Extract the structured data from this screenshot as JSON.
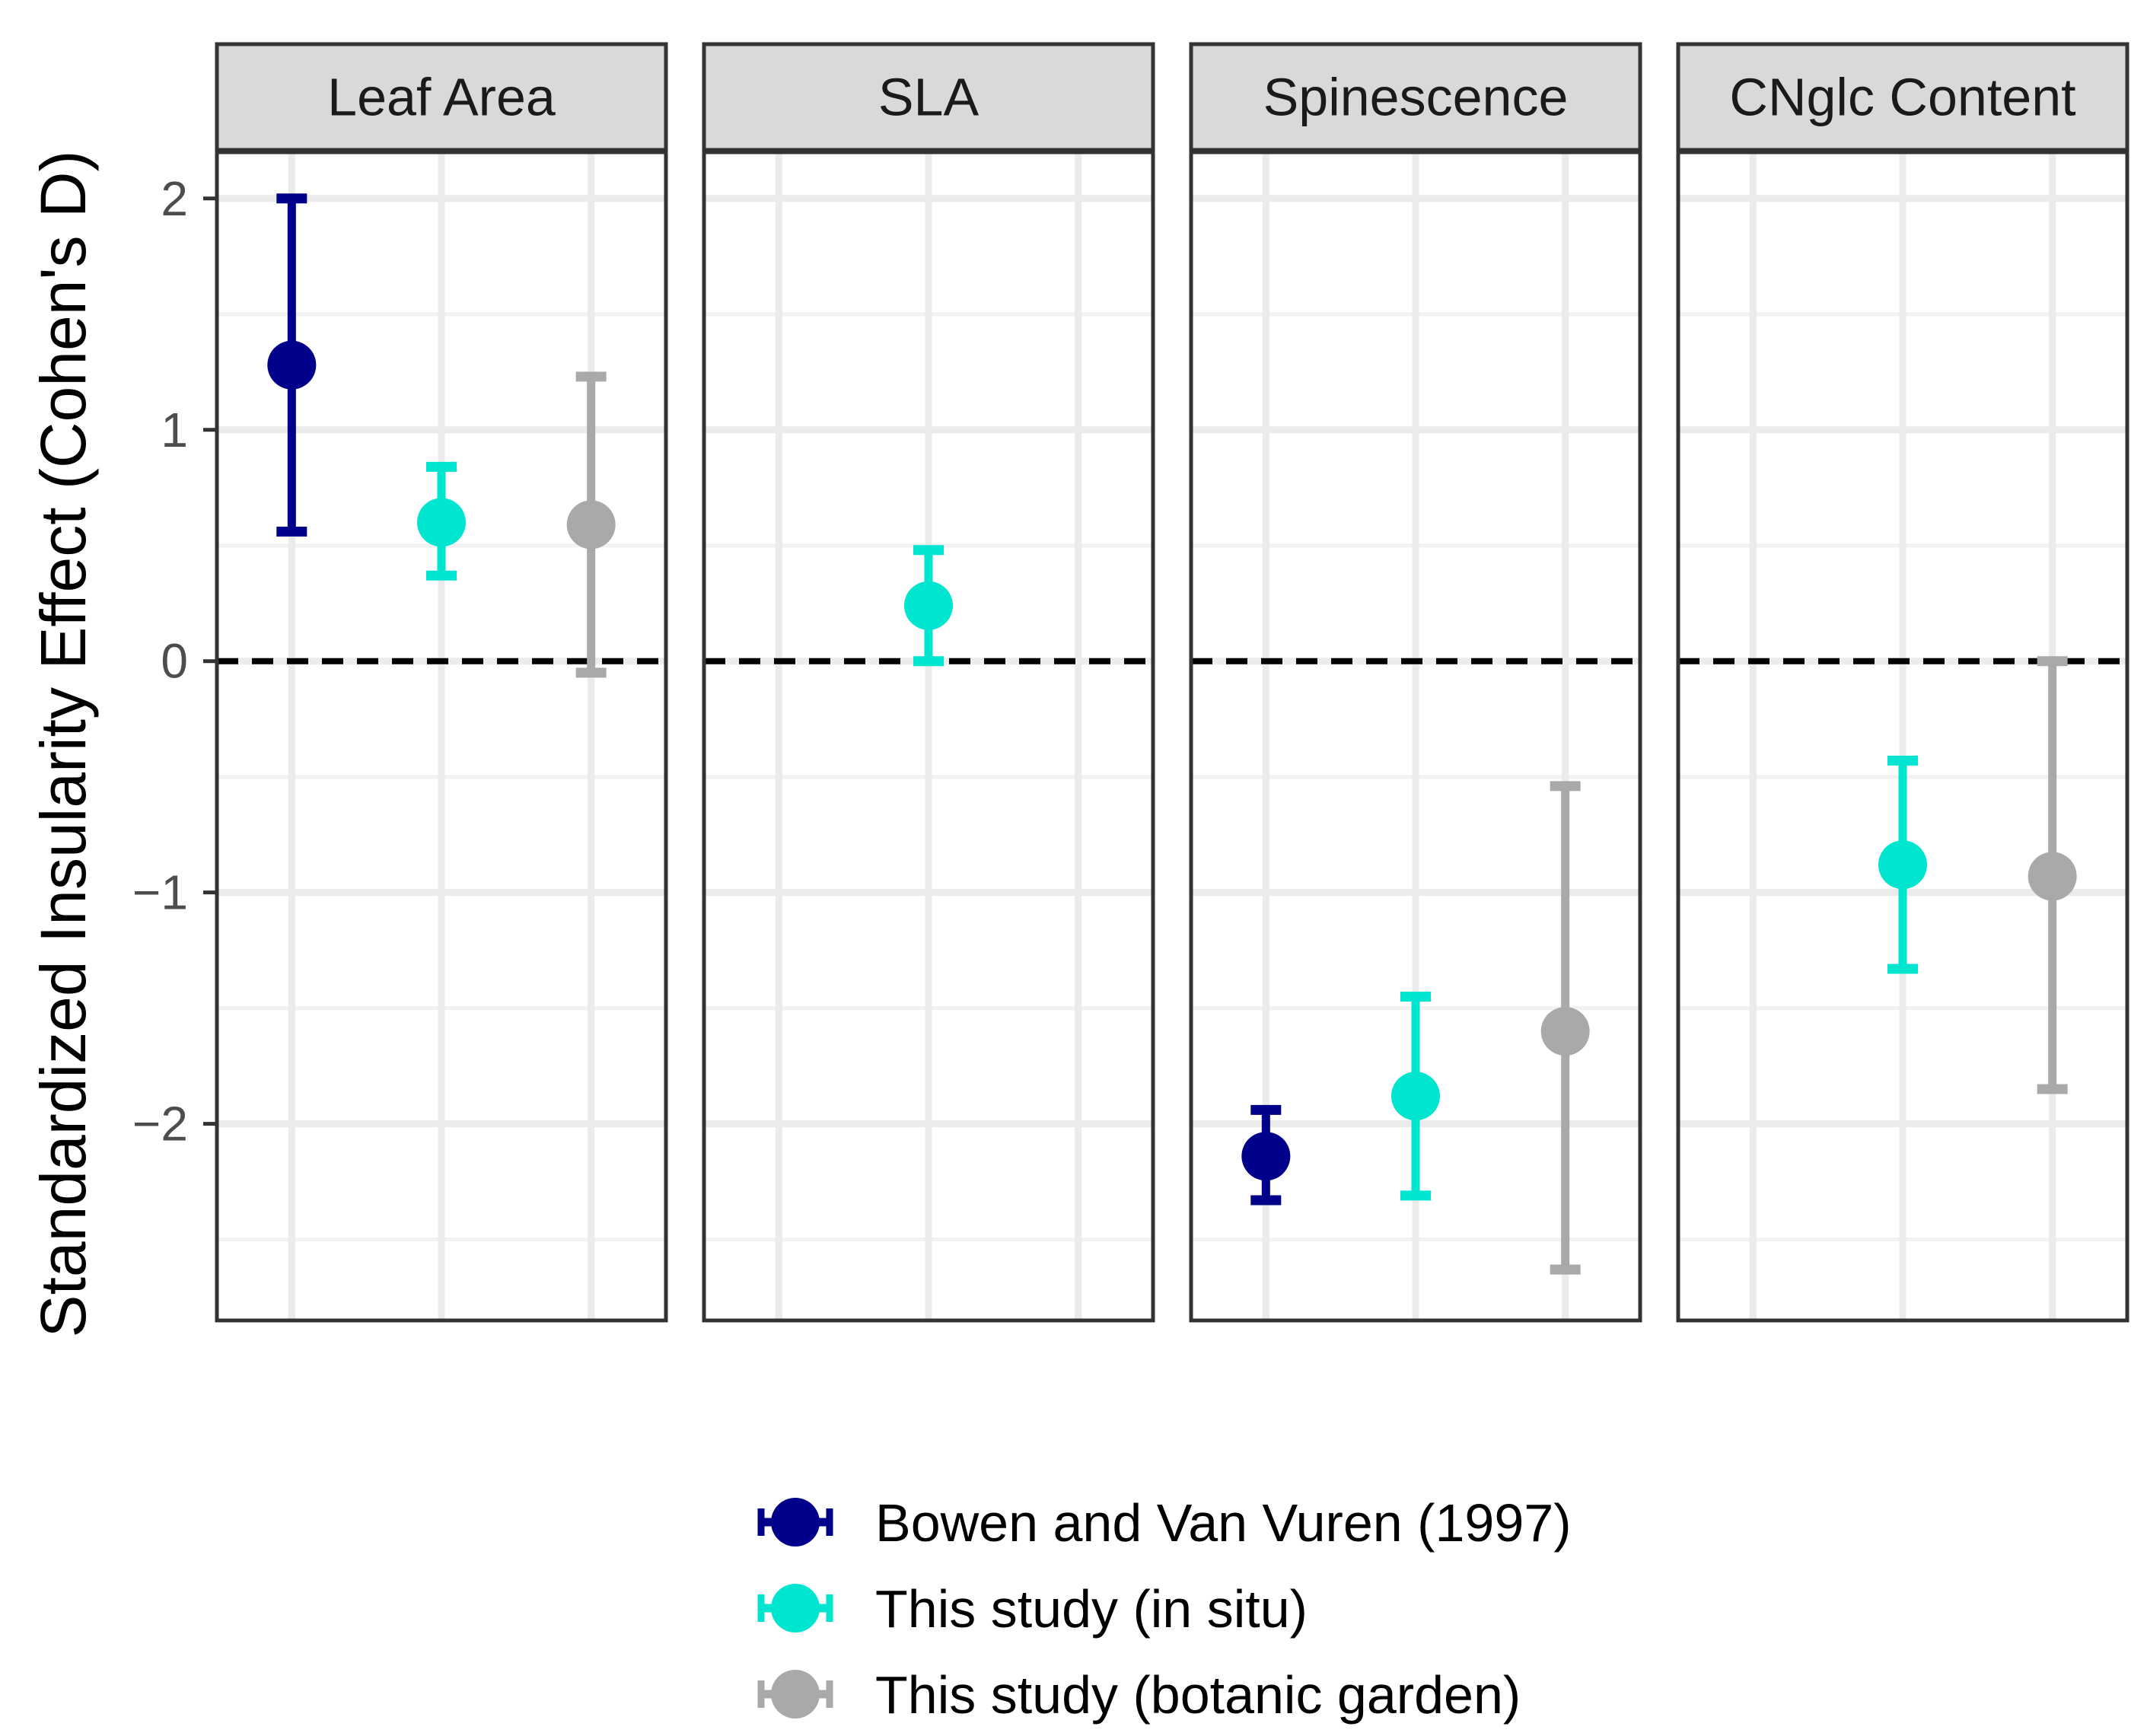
{
  "chart_data": {
    "type": "scatter",
    "ylabel": "Standardized Insularity Effect (Cohen's D)",
    "ylim": [
      -2.85,
      2.2
    ],
    "yticks": [
      2,
      1,
      0,
      -1,
      -2
    ],
    "ytick_labels": [
      "2",
      "1",
      "0",
      "−1",
      "−2"
    ],
    "reference_line": 0,
    "grid": true,
    "legend_position": "bottom",
    "series": [
      {
        "name": "Bowen and Van Vuren (1997)",
        "color": "#00008B",
        "slot": 1
      },
      {
        "name": "This study (in situ)",
        "color": "#00E5D0",
        "slot": 2
      },
      {
        "name": "This study (botanic garden)",
        "color": "#A9A9A9",
        "slot": 3
      }
    ],
    "panels": [
      {
        "title": "Leaf Area",
        "points": [
          {
            "series": 0,
            "y": 1.28,
            "lower": 0.56,
            "upper": 2.0
          },
          {
            "series": 1,
            "y": 0.6,
            "lower": 0.37,
            "upper": 0.84
          },
          {
            "series": 2,
            "y": 0.59,
            "lower": -0.05,
            "upper": 1.23
          }
        ]
      },
      {
        "title": "SLA",
        "points": [
          {
            "series": 1,
            "y": 0.24,
            "lower": 0.0,
            "upper": 0.48
          }
        ]
      },
      {
        "title": "Spinescence",
        "points": [
          {
            "series": 0,
            "y": -2.14,
            "lower": -2.33,
            "upper": -1.94
          },
          {
            "series": 1,
            "y": -1.88,
            "lower": -2.31,
            "upper": -1.45
          },
          {
            "series": 2,
            "y": -1.6,
            "lower": -2.63,
            "upper": -0.54
          }
        ]
      },
      {
        "title": "CNglc Content",
        "points": [
          {
            "series": 1,
            "y": -0.88,
            "lower": -1.33,
            "upper": -0.43
          },
          {
            "series": 2,
            "y": -0.93,
            "lower": -1.85,
            "upper": 0.0
          }
        ]
      }
    ]
  }
}
